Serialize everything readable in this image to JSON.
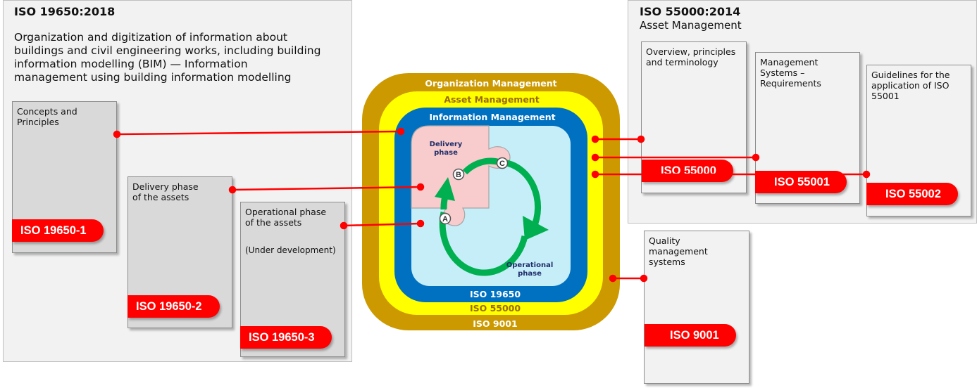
{
  "left_panel": {
    "title": "ISO 19650:2018",
    "description": "Organization and digitization of information about buildings and civil engineering works, including building information modelling (BIM) — Information management using building information modelling",
    "description_lines": [
      "Organization and digitization of information about",
      "buildings and civil engineering works, including building",
      "information modelling (BIM) — Information",
      "management using building information modelling"
    ],
    "cards": [
      {
        "text": "Concepts and\nPrinciples",
        "badge": "ISO 19650-1"
      },
      {
        "text": "Delivery phase\nof the assets",
        "badge": "ISO 19650-2"
      },
      {
        "text": "Operational phase\nof the assets",
        "note": "(Under development)",
        "badge": "ISO 19650-3"
      }
    ]
  },
  "right_panel": {
    "title": "ISO 55000:2014",
    "subtitle": "Asset Management",
    "cards": [
      {
        "text": "Overview, principles\nand terminology",
        "badge": "ISO 55000"
      },
      {
        "text": "Management\nSystems –\nRequirements",
        "badge": "ISO 55001"
      },
      {
        "text": "Guidelines for the\napplication of ISO\n55001",
        "badge": "ISO 55002"
      }
    ]
  },
  "quality_card": {
    "text": "Quality\nmanagement\nsystems",
    "badge": "ISO 9001"
  },
  "center": {
    "organization_label": "Organization Management",
    "asset_label": "Asset Management",
    "information_label": "Information Management",
    "iso19650_label": "ISO 19650",
    "iso55000_label": "ISO 55000",
    "iso9001_label": "ISO 9001",
    "delivery_label_1": "Delivery",
    "delivery_label_2": "phase",
    "operational_label_1": "Operational",
    "operational_label_2": "phase",
    "marker_a": "A",
    "marker_b": "B",
    "marker_c": "C"
  },
  "colors": {
    "gold": "#cc9900",
    "yellow": "#ffff00",
    "blue": "#0070c0",
    "light_blue": "#c6eef8",
    "pink": "#f8cccc",
    "green": "#00b050",
    "red": "#ff0000",
    "navy": "#1f2d6b"
  }
}
